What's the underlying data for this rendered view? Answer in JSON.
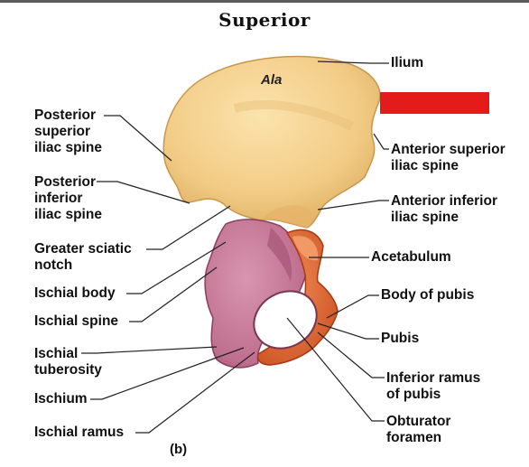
{
  "figure": {
    "heading": "Superior",
    "ala_label": "Ala",
    "caption": "(b)",
    "redact_color": "#e31b1b",
    "bone_colors": {
      "ilium": "#f2cc86",
      "ischium": "#c06f8f",
      "pubis": "#e0652e"
    }
  },
  "labels_left": [
    {
      "lines": [
        "Posterior",
        "superior",
        "iliac spine"
      ]
    },
    {
      "lines": [
        "Posterior",
        "inferior",
        "iliac spine"
      ]
    },
    {
      "lines": [
        "Greater sciatic",
        "notch"
      ]
    },
    {
      "lines": [
        "Ischial body"
      ]
    },
    {
      "lines": [
        "Ischial spine"
      ]
    },
    {
      "lines": [
        "Ischial",
        "tuberosity"
      ]
    },
    {
      "lines": [
        "Ischium"
      ]
    },
    {
      "lines": [
        "Ischial ramus"
      ]
    }
  ],
  "labels_right": [
    {
      "lines": [
        "Ilium"
      ]
    },
    {
      "lines": [
        "Anterior superior",
        "iliac spine"
      ]
    },
    {
      "lines": [
        "Anterior inferior",
        "iliac spine"
      ]
    },
    {
      "lines": [
        "Acetabulum"
      ]
    },
    {
      "lines": [
        "Body of pubis"
      ]
    },
    {
      "lines": [
        "Pubis"
      ]
    },
    {
      "lines": [
        "Inferior ramus",
        "of pubis"
      ]
    },
    {
      "lines": [
        "Obturator",
        "foramen"
      ]
    }
  ]
}
